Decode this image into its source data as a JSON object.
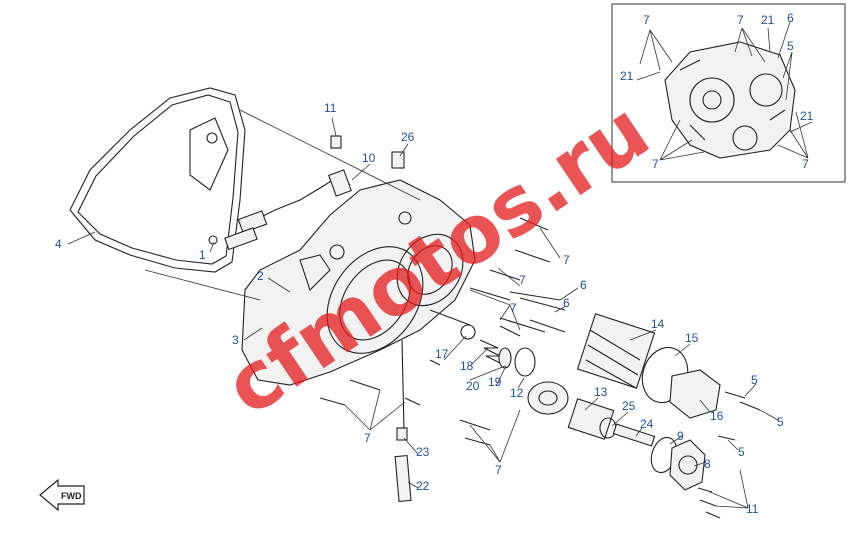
{
  "watermark": "cfmotos.ru",
  "fwd_text": "FWD",
  "callouts": [
    {
      "id": "c4",
      "text": "4"
    },
    {
      "id": "c1",
      "text": "1"
    },
    {
      "id": "c2",
      "text": "2"
    },
    {
      "id": "c3",
      "text": "3"
    },
    {
      "id": "c11a",
      "text": "11"
    },
    {
      "id": "c10",
      "text": "10"
    },
    {
      "id": "c26",
      "text": "26"
    },
    {
      "id": "c7a",
      "text": "7"
    },
    {
      "id": "c7b",
      "text": "7"
    },
    {
      "id": "c6a",
      "text": "6"
    },
    {
      "id": "c7c",
      "text": "7"
    },
    {
      "id": "c6b",
      "text": "6"
    },
    {
      "id": "c7d",
      "text": "7"
    },
    {
      "id": "c14",
      "text": "14"
    },
    {
      "id": "c15",
      "text": "15"
    },
    {
      "id": "c17",
      "text": "17"
    },
    {
      "id": "c18",
      "text": "18"
    },
    {
      "id": "c19",
      "text": "19"
    },
    {
      "id": "c20",
      "text": "20"
    },
    {
      "id": "c12",
      "text": "12"
    },
    {
      "id": "c13",
      "text": "13"
    },
    {
      "id": "c25",
      "text": "25"
    },
    {
      "id": "c16",
      "text": "16"
    },
    {
      "id": "c5a",
      "text": "5"
    },
    {
      "id": "c5b",
      "text": "5"
    },
    {
      "id": "c5c",
      "text": "5"
    },
    {
      "id": "c24",
      "text": "24"
    },
    {
      "id": "c9",
      "text": "9"
    },
    {
      "id": "c8",
      "text": "8"
    },
    {
      "id": "c7e",
      "text": "7"
    },
    {
      "id": "c23",
      "text": "23"
    },
    {
      "id": "c7f",
      "text": "7"
    },
    {
      "id": "c22",
      "text": "22"
    },
    {
      "id": "c11b",
      "text": "11"
    }
  ],
  "inset_callouts": [
    {
      "id": "i7a",
      "text": "7"
    },
    {
      "id": "i7b",
      "text": "7"
    },
    {
      "id": "i21a",
      "text": "21"
    },
    {
      "id": "i6",
      "text": "6"
    },
    {
      "id": "i5",
      "text": "5"
    },
    {
      "id": "i21b",
      "text": "21"
    },
    {
      "id": "i21c",
      "text": "21"
    },
    {
      "id": "i7c",
      "text": "7"
    },
    {
      "id": "i7d",
      "text": "7"
    }
  ]
}
